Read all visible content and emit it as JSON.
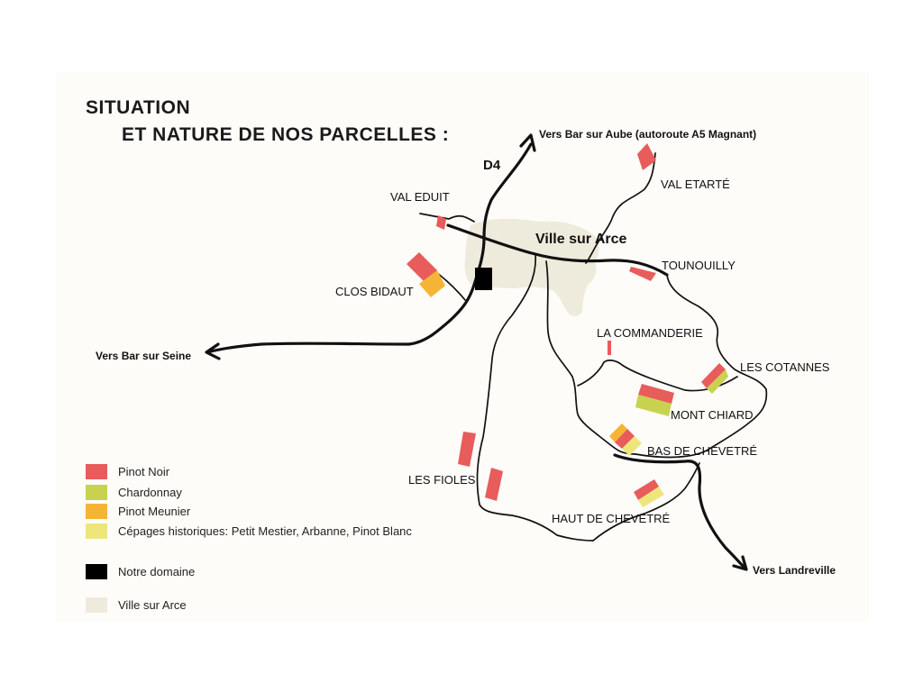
{
  "title": {
    "line1": "SITUATION",
    "line2": "ET NATURE DE NOS PARCELLES :"
  },
  "colors": {
    "pinot_noir": "#e85c5c",
    "chardonnay": "#c9d24f",
    "pinot_meunier": "#f6b435",
    "historiques": "#eee67a",
    "domaine": "#000000",
    "village": "#efebdc"
  },
  "directions": {
    "aube": "Vers Bar sur Aube (autoroute A5 Magnant)",
    "seine": "Vers Bar sur Seine",
    "landreville": "Vers Landreville"
  },
  "road_label": "D4",
  "village_label": "Ville sur Arce",
  "parcels": {
    "val_eduit": "VAL EDUIT",
    "val_etarte": "VAL ETARTÉ",
    "tounouilly": "TOUNOUILLY",
    "clos_bidaut": "CLOS BIDAUT",
    "la_commanderie": "LA COMMANDERIE",
    "les_cotannes": "LES COTANNES",
    "mont_chiard": "MONT CHIARD",
    "bas_de_chevetre": "BAS DE CHEVETRÉ",
    "les_fioles": "LES FIOLES",
    "haut_de_chevetre": "HAUT DE CHEVETRÉ"
  },
  "legend": [
    {
      "label": "Pinot Noir",
      "color": "#e85c5c"
    },
    {
      "label": "Chardonnay",
      "color": "#c9d24f"
    },
    {
      "label": "Pinot Meunier",
      "color": "#f6b435"
    },
    {
      "label": "Cépages historiques: Petit Mestier, Arbanne, Pinot Blanc",
      "color": "#eee67a"
    },
    {
      "label": "Notre domaine",
      "color": "#000000"
    },
    {
      "label": "Ville sur Arce",
      "color": "#efebdc"
    }
  ]
}
